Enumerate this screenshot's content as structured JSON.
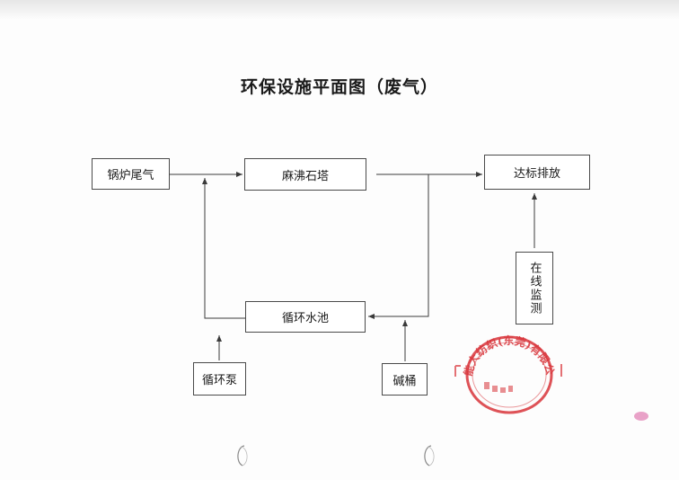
{
  "title": "环保设施平面图（废气）",
  "nodes": {
    "boiler_exhaust": "锅炉尾气",
    "scrubber_tower": "麻沸石塔",
    "emission": "达标排放",
    "online_monitoring": "在线监测",
    "circulation_pool": "循环水池",
    "circulation_pump": "循环泵",
    "alkali_tank": "碱桶"
  },
  "stamp_text": "能大纺织(东莞)有限公司",
  "colors": {
    "line": "#3a3a3a",
    "stamp": "#d8343a",
    "mark": "#e07ab0"
  }
}
